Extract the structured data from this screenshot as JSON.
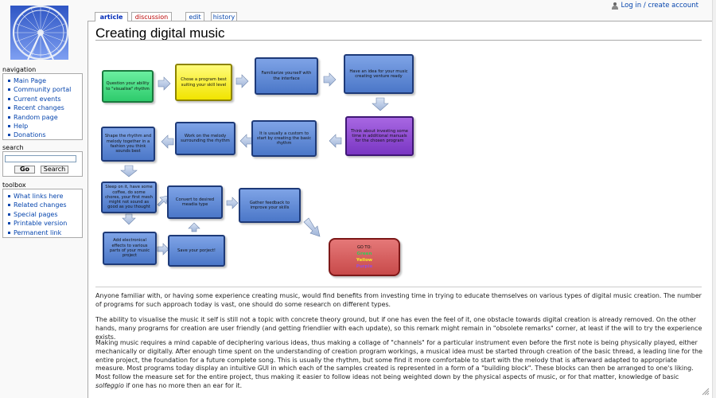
{
  "header": {
    "personal": {
      "login_label": "Log in / create account"
    }
  },
  "tabs": [
    {
      "label": "article"
    },
    {
      "label": "discussion"
    },
    {
      "label": "edit"
    },
    {
      "label": "history"
    }
  ],
  "sidebar": {
    "navigation": {
      "title": "navigation",
      "items": [
        "Main Page",
        "Community portal",
        "Current events",
        "Recent changes",
        "Random page",
        "Help",
        "Donations"
      ]
    },
    "search": {
      "title": "search",
      "go_label": "Go",
      "search_label": "Search",
      "value": ""
    },
    "toolbox": {
      "title": "toolbox",
      "items": [
        "What links here",
        "Related changes",
        "Special pages",
        "Printable version",
        "Permanent link"
      ]
    }
  },
  "page": {
    "title": "Creating digital music"
  },
  "diagram": {
    "steps": [
      "Question your ability to \"visualise\" rhythm",
      "Chose a program best suiting your skill level",
      "Familiarize yourself with the interface",
      "Have an idea for your music creating venture ready",
      "Think about investing some time in additional manuals for the chosen program",
      "It is usually a custom to start by creating the basic rhythm",
      "Work on the melody surrounding the rhythm",
      "Shape the rhythm and melody together in a fashion you think sounds best",
      "Sleep on it, have some coffee, do some chores, your first mesh might not sound as good as you thought",
      "Convert to desired meadia type",
      "Gather feedback to improve your skills",
      "Add electronical effects to various parts of your music project",
      "Save your porject!"
    ],
    "final": {
      "line1": "GO TO:",
      "line2": "Green",
      "line3": "Yellow",
      "line4": "Purple"
    },
    "colors": {
      "blue": "#5a86d6",
      "green": "#3ddc7e",
      "yellow": "#f5ea1a",
      "purple": "#8b44d0",
      "red": "#d45a5a",
      "arrow": "#b8c7e0"
    }
  },
  "article": {
    "para1": "Anyone familiar with, or having some experience creating music, would find benefits from investing time in trying to educate themselves on various types of digital music creation. The number of programs for such approach today is vast, one should do some research on different types.",
    "para2": "The ability to visualise the music it self is still not a topic with concrete theory ground, but if one has even the feel of it, one obstacle towards digital creation is already removed. On the other hands, many programs for creation are user friendly (and getting friendlier with each update), so this remark might remain in \"obsolete remarks\" corner, at least if the will to try the experience exists.",
    "para3_a": "Making music requires a mind capable of deciphering various ideas, thus making a collage of \"channels\" for a particular instrument even before the first note is being physically played, either mechanically or digitally. After enough time spent on the understanding of creation program workings, a musical idea must be started through creation of the basic thread, a leading line for the entire project, the foundation for a future complete song. This is usually the rhythm, but some find it more comfortable to start with the melody that is afterward adapted to appropriate measure. Most programs today display an intuitive GUI in which each of the samples created is represented in a form of a \"building block\". These blocks can then be arranged to one's liking. Most follow the measure set for the entire project, thus making it easier to follow ideas not being weighted down by the physical aspects of music, or for that matter, knowledge of basic ",
    "para3_italic": "solfeggio",
    "para3_b": " if one has no more then an ear for it."
  }
}
